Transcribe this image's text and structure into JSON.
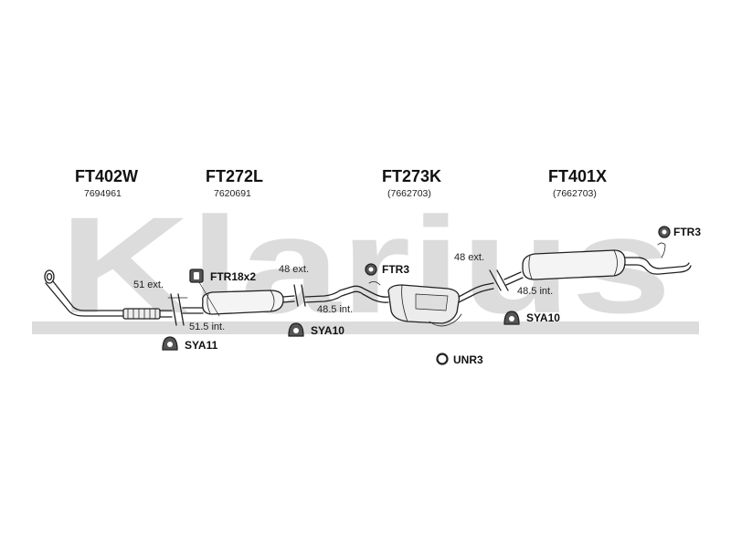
{
  "watermark": {
    "text": "Klarius",
    "color": "#d9d9d9"
  },
  "parts": [
    {
      "code": "FT402W",
      "number": "7694961"
    },
    {
      "code": "FT272L",
      "number": "7620691"
    },
    {
      "code": "FT273K",
      "number": "(7662703)"
    },
    {
      "code": "FT401X",
      "number": "(7662703)"
    }
  ],
  "joints": [
    {
      "ext": "51 ext.",
      "int": "51.5 int."
    },
    {
      "ext": "48 ext.",
      "int": "48.5 int."
    },
    {
      "ext": "48 ext.",
      "int": "48.5 int."
    }
  ],
  "fittings": {
    "ftr18x2": "FTR18x2",
    "ftr3_middle": "FTR3",
    "ftr3_rear": "FTR3",
    "sya11": "SYA11",
    "sya10_front": "SYA10",
    "sya10_rear": "SYA10",
    "unr3": "UNR3"
  }
}
